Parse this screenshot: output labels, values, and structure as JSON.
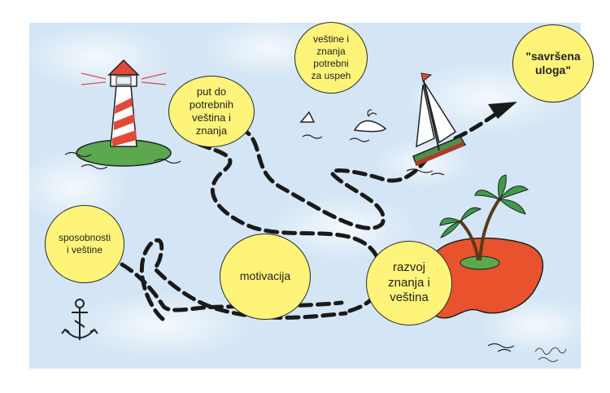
{
  "bubbles": {
    "put_do": "put do\npotrebnih\nveština i\nznanja",
    "vestine_i_znanja": "veštine i\nznanja\npotrebni\nza uspeh",
    "savrsena_uloga": "\"savršena\nuloga\"",
    "sposobnosti": "sposobnosti\ni veštine",
    "motivacija": "motivacija",
    "razvoj": "razvoj\nznanja i\nveština"
  },
  "colors": {
    "sea": "#d7e8f6",
    "bubble_fill": "#fff47a",
    "island": "#e8532e",
    "lighthouse_stripe": "#e04a3a",
    "grass": "#5ca84f",
    "path": "#1a1a1a"
  },
  "icons": [
    "lighthouse-icon",
    "whale-icon",
    "sailboat-icon",
    "island-palm-icon",
    "anchor-icon",
    "arrow-head-icon"
  ]
}
